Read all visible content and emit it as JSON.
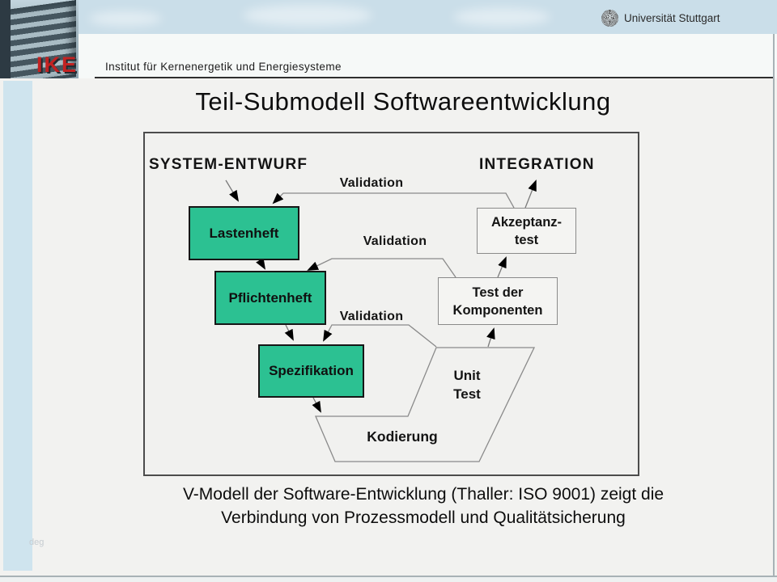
{
  "header": {
    "university_name": "Universität Stuttgart",
    "institute_name": "Institut für Kernenergetik und Energiesysteme",
    "ike_logo": "IKE"
  },
  "slide": {
    "title": "Teil-Submodell Softwareentwicklung",
    "caption": {
      "line1": "V-Modell der Software-Entwicklung (Thaller: ISO 9001) zeigt die",
      "line2": "Verbindung von Prozessmodell und Qualitätsicherung"
    },
    "footer_note": "deg"
  },
  "diagram": {
    "phase_labels": {
      "left": "SYSTEM-ENTWURF",
      "right": "INTEGRATION"
    },
    "green_boxes": [
      "Lastenheft",
      "Pflichtenheft",
      "Spezifikation"
    ],
    "white_boxes": [
      {
        "line1": "Akzeptanz-",
        "line2": "test"
      },
      {
        "line1": "Test der",
        "line2": "Komponenten"
      }
    ],
    "validation_labels": [
      "Validation",
      "Validation",
      "Validation"
    ],
    "band_labels": {
      "unit_line1": "Unit",
      "unit_line2": "Test",
      "bottom": "Kodierung"
    },
    "colors": {
      "process_box_fill": "#2cc192",
      "header_band": "#cadee9",
      "sidebar": "#cfe4ee",
      "ike_red": "#c32222",
      "connector_line": "#7a7a7a",
      "arrowhead": "#000000"
    }
  }
}
